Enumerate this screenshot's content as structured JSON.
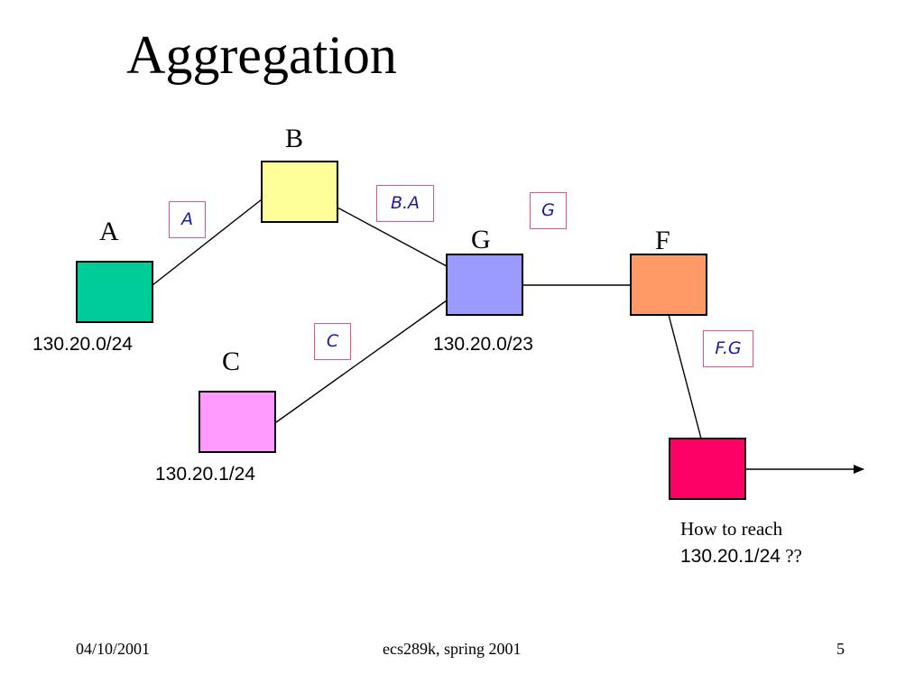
{
  "slide": {
    "title": "Aggregation",
    "nodes": [
      {
        "id": "A",
        "label": "A",
        "address": "130.20.0/24",
        "color": "#00cc99"
      },
      {
        "id": "B",
        "label": "B",
        "address": "",
        "color": "#ffff99"
      },
      {
        "id": "C",
        "label": "C",
        "address": "130.20.1/24",
        "color": "#ff99ff"
      },
      {
        "id": "G",
        "label": "G",
        "address": "130.20.0/23",
        "color": "#9999ff"
      },
      {
        "id": "F",
        "label": "F",
        "address": "",
        "color": "#ff9966"
      },
      {
        "id": "X",
        "label": "",
        "address": "",
        "color": "#ff0066"
      }
    ],
    "route_tags": [
      "A",
      "B.A",
      "G",
      "C",
      "F.G"
    ],
    "edges": [
      [
        "A",
        "B"
      ],
      [
        "B",
        "G"
      ],
      [
        "C",
        "G"
      ],
      [
        "G",
        "F"
      ],
      [
        "F",
        "X"
      ]
    ],
    "note": {
      "line1": "How to reach",
      "line2_prefix": "130.20.1/24",
      "line2_suffix": " ??"
    },
    "footer": {
      "date": "04/10/2001",
      "course": "ecs289k, spring 2001",
      "page": "5"
    }
  }
}
